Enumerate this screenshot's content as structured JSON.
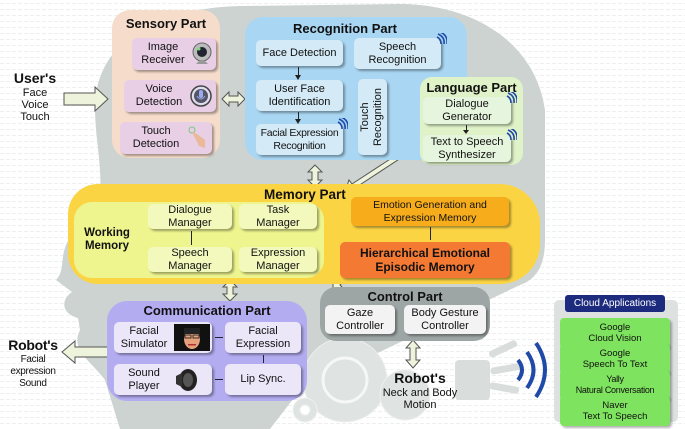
{
  "sensory": {
    "title": "Sensory Part",
    "items": [
      {
        "label_1": "Image",
        "label_2": "Receiver",
        "icon": "webcam-icon"
      },
      {
        "label_1": "Voice",
        "label_2": "Detection",
        "icon": "microphone-icon"
      },
      {
        "label_1": "Touch",
        "label_2": "Detection",
        "icon": "hand-touch-icon"
      }
    ]
  },
  "user_input": {
    "title": "User's",
    "lines": [
      "Face",
      "Voice",
      "Touch"
    ]
  },
  "recognition": {
    "title": "Recognition Part",
    "face_detection": "Face Detection",
    "user_face_id_1": "User Face",
    "user_face_id_2": "Identification",
    "facial_expr_1": "Facial Expression",
    "facial_expr_2": "Recognition",
    "speech_1": "Speech",
    "speech_2": "Recognition",
    "touch_1": "Touch",
    "touch_2": "Recognition"
  },
  "language": {
    "title": "Language Part",
    "dialogue_1": "Dialogue",
    "dialogue_2": "Generator",
    "tts_1": "Text to Speech",
    "tts_2": "Synthesizer"
  },
  "memory": {
    "title": "Memory Part",
    "working_title_1": "Working",
    "working_title_2": "Memory",
    "working_items": [
      {
        "l1": "Dialogue",
        "l2": "Manager"
      },
      {
        "l1": "Task",
        "l2": "Manager"
      },
      {
        "l1": "Speech",
        "l2": "Manager"
      },
      {
        "l1": "Expression",
        "l2": "Manager"
      }
    ],
    "emotion_1": "Emotion Generation and",
    "emotion_2": "Expression Memory",
    "hierarchical_1": "Hierarchical Emotional",
    "hierarchical_2": "Episodic Memory"
  },
  "communication": {
    "title": "Communication Part",
    "facial_sim_1": "Facial",
    "facial_sim_2": "Simulator",
    "facial_expr_1": "Facial",
    "facial_expr_2": "Expression",
    "sound_1": "Sound",
    "sound_2": "Player",
    "lipsync": "Lip Sync."
  },
  "control": {
    "title": "Control Part",
    "gaze_1": "Gaze",
    "gaze_2": "Controller",
    "body_1": "Body Gesture",
    "body_2": "Controller"
  },
  "robot_output": {
    "title": "Robot's",
    "lines": [
      "Facial expression",
      "Sound"
    ]
  },
  "robot_motion": {
    "title": "Robot's",
    "lines": [
      "Neck and Body",
      "Motion"
    ]
  },
  "cloud": {
    "title": "Cloud Applications",
    "items": [
      {
        "l1": "Google",
        "l2": "Cloud Vision"
      },
      {
        "l1": "Google",
        "l2": "Speech To Text"
      },
      {
        "l1": "Yally",
        "l2": "Natural Conversation"
      },
      {
        "l1": "Naver",
        "l2": "Text To Speech"
      }
    ]
  },
  "colors": {
    "head": "#ccd3d1",
    "sensory_bg": "#f6dccb",
    "sensory_box": "#e8cfe6",
    "recognition_bg": "#a9d6f2",
    "recognition_box": "#d4ebf7",
    "language_bg": "#dff2c8",
    "language_box": "#e6f5dd",
    "memory_bg": "#fbd444",
    "working_bg": "#eef58e",
    "working_box": "#f3f9bd",
    "emotion": "#f6ac1b",
    "hierarchical": "#f47a34",
    "communication_bg": "#b3acf0",
    "communication_box": "#ebe6f8",
    "control_bg": "#9ea6a5",
    "control_box": "#f3f3f3",
    "cloud_title": "#1d2b7e",
    "cloud_item": "#7ee35e",
    "wave": "#1f4aa8"
  }
}
